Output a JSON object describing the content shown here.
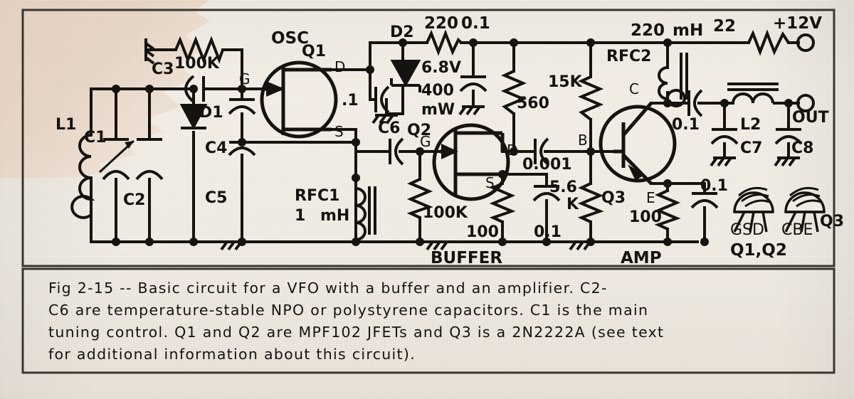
{
  "figure": {
    "number": "Fig 2-15",
    "caption_lines": [
      "Fig 2-15 -- Basic circuit for a VFO with a buffer and an amplifier. C2-",
      "C6 are temperature-stable NPO or polystyrene capacitors. C1 is the main",
      "tuning control. Q1 and Q2 are MPF102 JFETs and Q3 is a 2N2222A (see text",
      "for additional information about this circuit)."
    ]
  },
  "stage_labels": {
    "osc": "OSC",
    "buffer": "BUFFER",
    "amp": "AMP"
  },
  "devices": {
    "q1": "Q1",
    "q2": "Q2",
    "q3": "Q3",
    "d1": "D1",
    "d2": "D2",
    "l1": "L1",
    "l2": "L2",
    "rfc1": "RFC1",
    "rfc2": "RFC2",
    "c1": "C1",
    "c2": "C2",
    "c3": "C3",
    "c4": "C4",
    "c5": "C5",
    "c6": "C6",
    "c7": "C7",
    "c8": "C8"
  },
  "pins": {
    "q1_g": "G",
    "q1_d": "D",
    "q1_s": "S",
    "q2_g": "G",
    "q2_d": "D",
    "q2_s": "S",
    "q3_b": "B",
    "q3_c": "C",
    "q3_e": "E"
  },
  "values": {
    "r_gate_100k": "100K",
    "r_220": "220",
    "c_0p1_supply": "0.1",
    "r_560": "560",
    "r_15k": "15K",
    "rfc2_value": "220",
    "rfc2_unit": "mH",
    "r_22": "22",
    "zener_v": "6.8V",
    "zener_p1": "400",
    "zener_p2": "mW",
    "c_0p1_q1d": ".1",
    "rfc1_value": "1",
    "rfc1_unit": "mH",
    "r_buffer_gate_100k": "100K",
    "r_buffer_source_100": "100",
    "c_0p001": "0.001",
    "r_5p6k_a": "5.6",
    "r_5p6k_b": "K",
    "c_0p1_bypass_buffer": "0.1",
    "r_emitter_100": "100",
    "c_0p1_emitter": "0.1",
    "c_0p1_collector": "0.1"
  },
  "terminals": {
    "supply": "+12V",
    "output": "OUT"
  },
  "pinout_legend": {
    "jfet_pins": "GSD",
    "jfet_devices": "Q1,Q2",
    "bjt_pins": "CBE",
    "bjt_device": "Q3"
  },
  "colors": {
    "ink": "#15130f",
    "paper": "#f2ede5",
    "tear": "#e6d2c2"
  }
}
